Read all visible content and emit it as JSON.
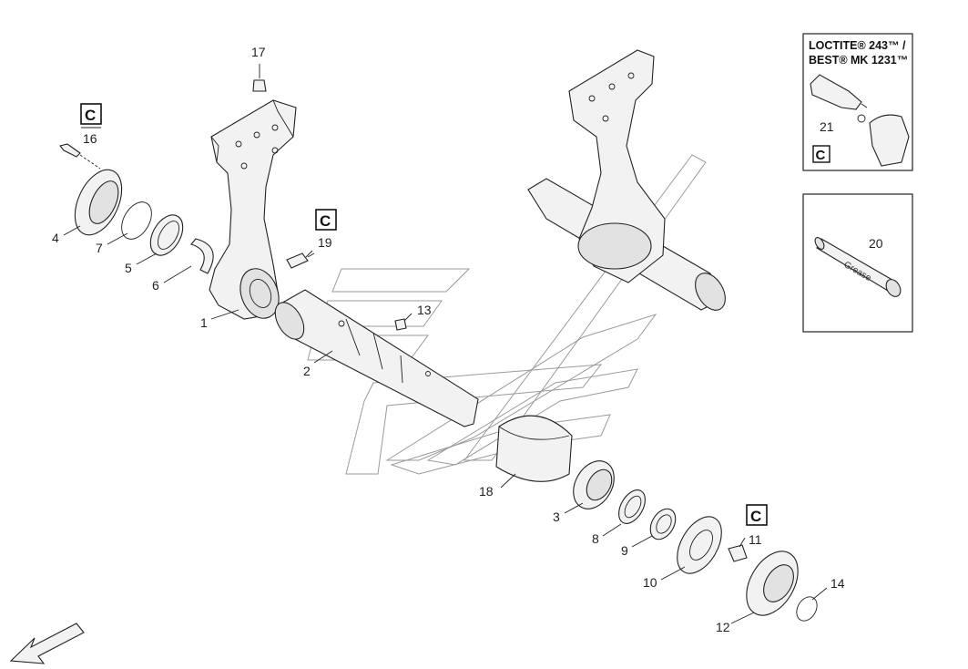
{
  "diagram": {
    "part_numbers": [
      "1",
      "2",
      "3",
      "4",
      "5",
      "6",
      "7",
      "8",
      "9",
      "10",
      "11",
      "12",
      "13",
      "14",
      "16",
      "17",
      "18",
      "19",
      "20",
      "21"
    ],
    "callout_letter": "C",
    "loctite_panel": {
      "line1": "LOCTITE® 243™ /",
      "line2": "BEST® MK 1231™",
      "part": "21",
      "badge": "C"
    },
    "grease_panel": {
      "part": "20",
      "tube_text": "Grease"
    },
    "colors": {
      "line": "#222222",
      "part_fill": "#f2f2f2",
      "watermark": "#9a9a9a"
    }
  }
}
